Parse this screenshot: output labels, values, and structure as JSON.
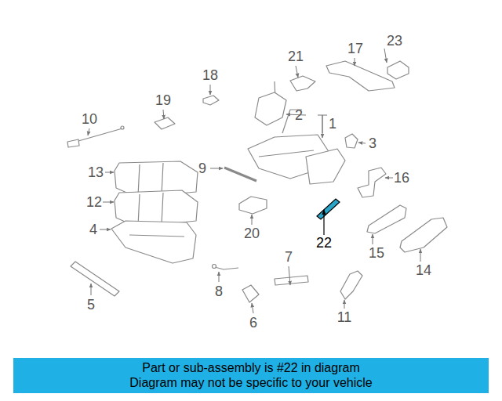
{
  "diagram": {
    "nodes": [
      {
        "text": [
          "Part or sub-assembly is #22 in diagram",
          "Diagram may not be specific to your vehicle"
        ]
      }
    ],
    "labels": [
      "23",
      "17",
      "21",
      "18",
      "19",
      "10",
      "2",
      "1",
      "3",
      "13",
      "9",
      "16",
      "12",
      "4",
      "20",
      "22",
      "15",
      "14",
      "7",
      "5",
      "8",
      "11",
      "6"
    ]
  }
}
